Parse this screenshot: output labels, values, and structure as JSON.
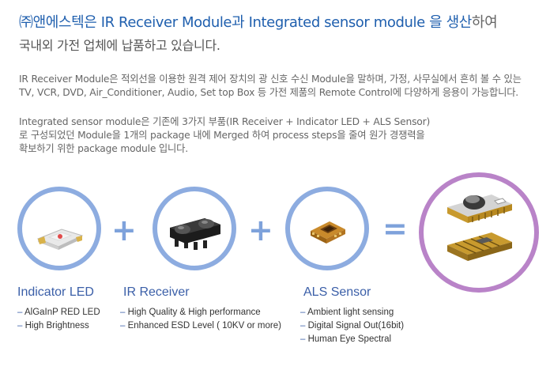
{
  "heading": {
    "line1_main": "㈜앤에스텍은 IR Receiver Module과 Integrated sensor module 을 생산",
    "line1_tail": "하여",
    "line2": "국내외 가전 업체에 납품하고 있습니다."
  },
  "paragraph1": [
    "IR Receiver Module은 적외선을 이용한 원격 제어 장치의 광 신호 수신 Module을 말하며, 가정, 사무실에서 흔히 볼 수 있는",
    "TV, VCR, DVD, Air_Conditioner, Audio, Set top Box 등 가전 제품의 Remote Control에 다양하게 응용이 가능합니다."
  ],
  "paragraph2": [
    "Integrated sensor module은 기존에 3가지 부품(IR Receiver + Indicator LED + ALS Sensor)",
    "로 구성되었던 Module을 1개의 package 내에 Merged 하여 process steps을 줄여 원가 경쟁력을",
    "확보하기 위한 package module 입니다."
  ],
  "products": [
    {
      "title": "Indicator LED",
      "features": [
        "AlGaInP RED LED",
        "High Brightness"
      ]
    },
    {
      "title": "IR Receiver",
      "features": [
        "High Quality & High performance",
        "Enhanced ESD Level ( 10KV or more)"
      ]
    },
    {
      "title": "ALS Sensor",
      "features": [
        "Ambient light sensing",
        "Digital Signal Out(16bit)",
        "Human Eye Spectral"
      ]
    }
  ],
  "operators": {
    "plus": "+",
    "equals": "="
  },
  "colors": {
    "accent": "#1f5fae",
    "circle": "#8dace0",
    "result_circle": "#b983c8"
  }
}
